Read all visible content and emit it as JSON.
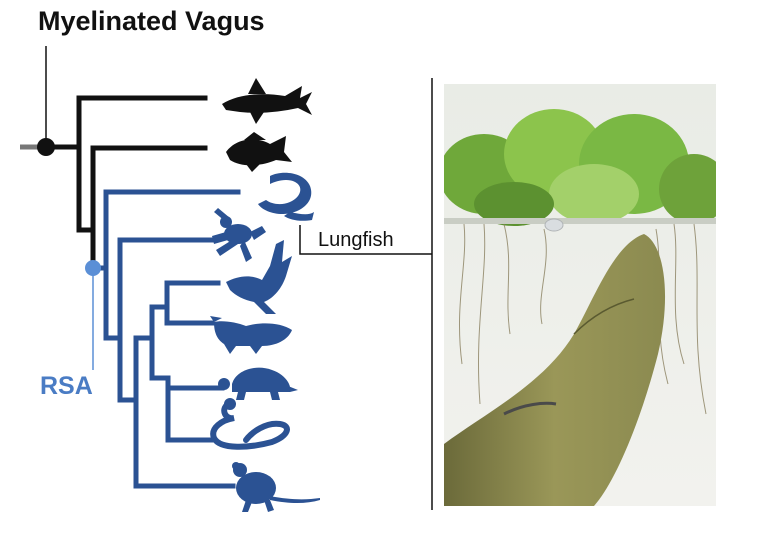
{
  "labels": {
    "top_trait": "Myelinated Vagus",
    "blue_trait": "RSA",
    "callout": "Lungfish"
  },
  "colors": {
    "black_lineage": "#111111",
    "blue_lineage": "#2b5293",
    "rsa_marker": "#5b8fd6",
    "root_stub": "#777777"
  },
  "taxa_icons": [
    "shark-silhouette-icon",
    "ray-finned-fish-silhouette-icon",
    "lungfish-silhouette-icon",
    "frog-silhouette-icon",
    "bird-silhouette-icon",
    "crocodile-silhouette-icon",
    "turtle-silhouette-icon",
    "snake-silhouette-icon",
    "rodent-silhouette-icon"
  ],
  "photo": {
    "subject": "lungfish-photo"
  }
}
